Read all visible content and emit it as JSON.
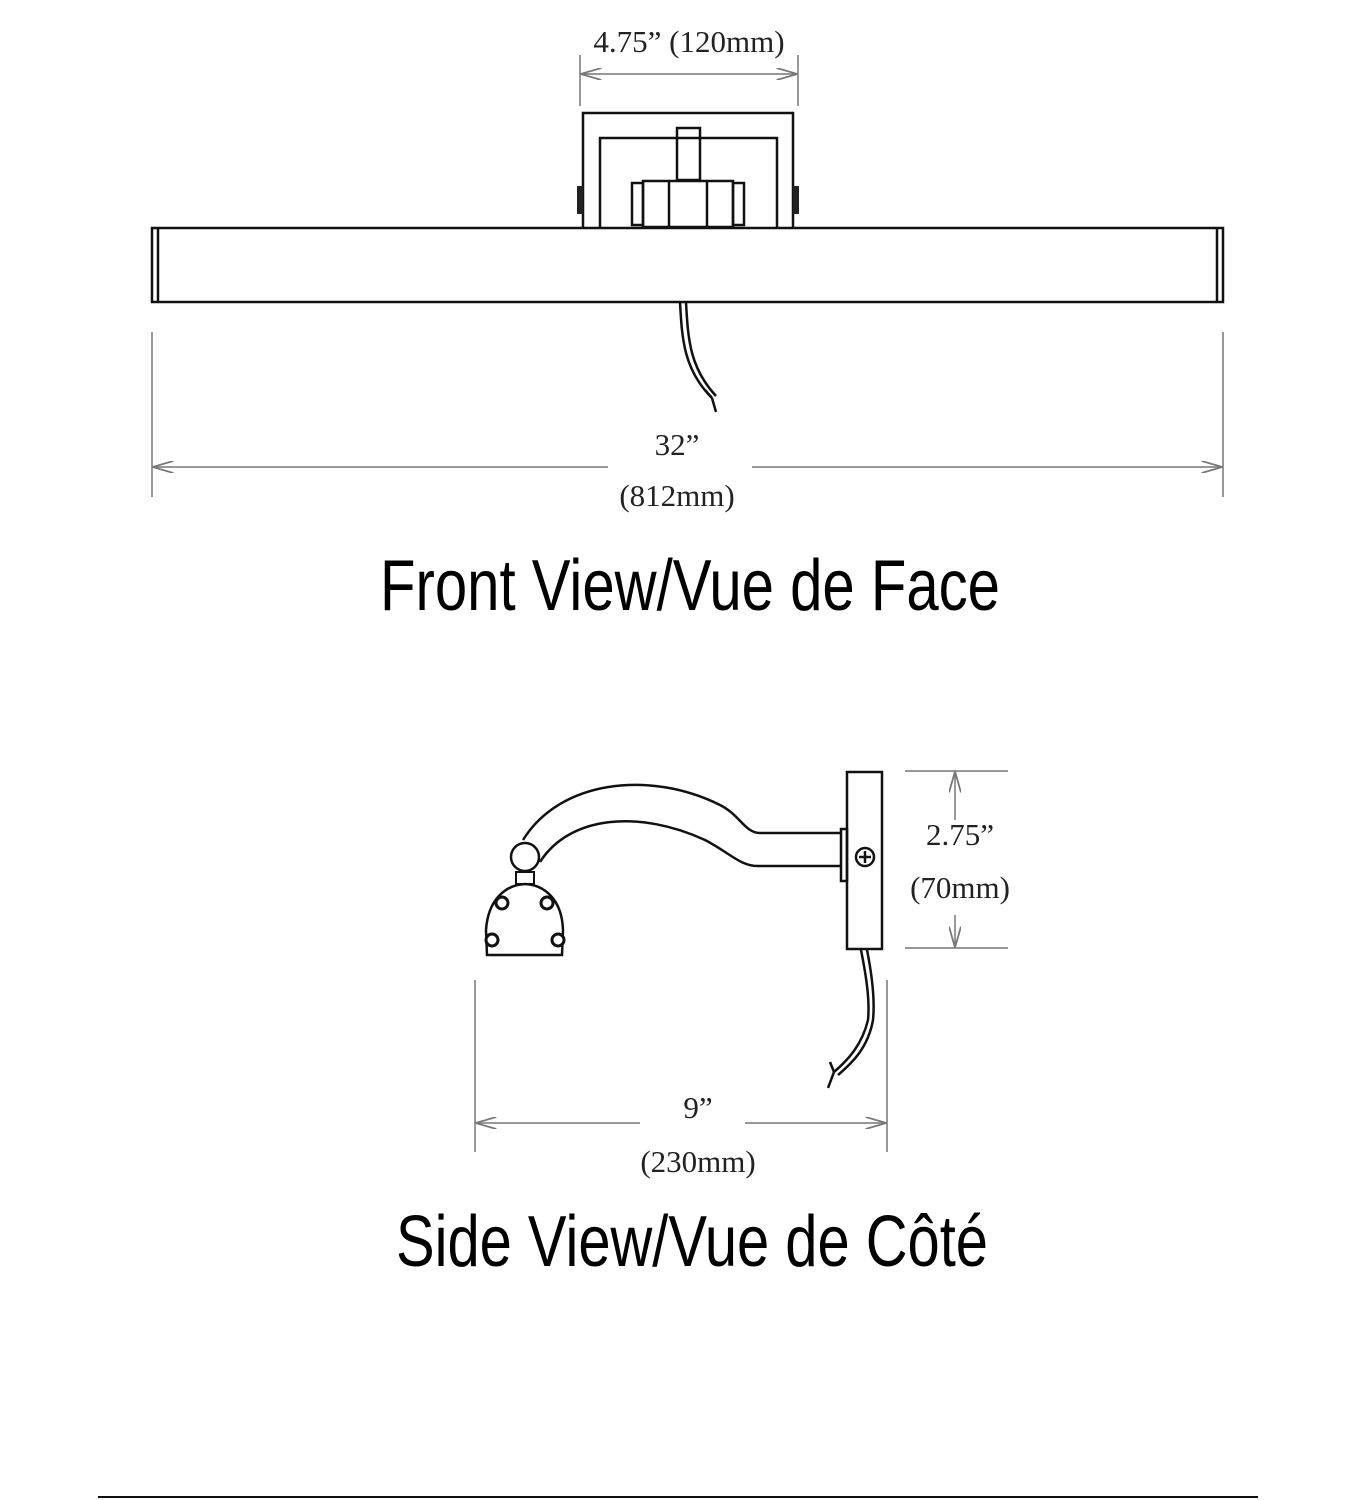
{
  "front_view": {
    "title": "Front View/Vue de Face",
    "bracket_width_dim": "4.75” (120mm)",
    "length_dim_in": "32”",
    "length_dim_mm": "(812mm)"
  },
  "side_view": {
    "title": "Side View/Vue de Côté",
    "plate_height_dim_in": "2.75”",
    "plate_height_dim_mm": "(70mm)",
    "depth_dim_in": "9”",
    "depth_dim_mm": "(230mm)"
  }
}
